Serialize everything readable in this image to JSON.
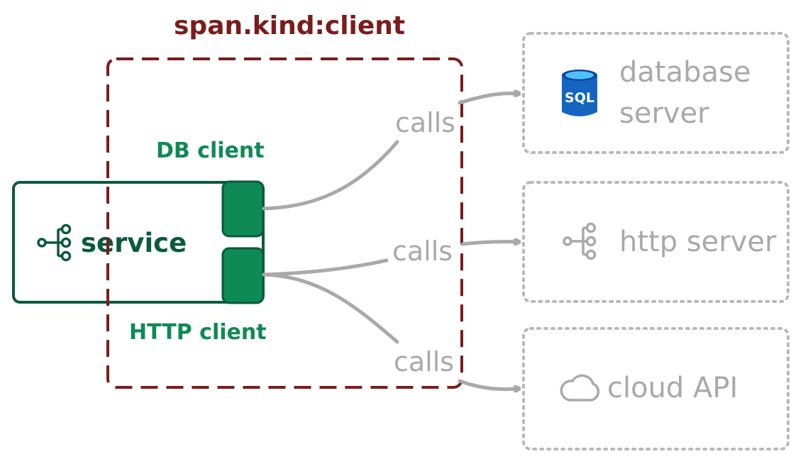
{
  "title": "span.kind:client",
  "service": {
    "label": "service",
    "icon": "service-node-icon"
  },
  "clients": {
    "db": "DB client",
    "http": "HTTP client"
  },
  "edges": [
    {
      "label": "calls",
      "target": "database-server"
    },
    {
      "label": "calls",
      "target": "http-server"
    },
    {
      "label": "calls",
      "target": "cloud-api"
    }
  ],
  "targets": {
    "database": {
      "line1": "database",
      "line2": "server",
      "icon": "sql-database-icon",
      "badge": "SQL"
    },
    "http": {
      "label": "http server",
      "icon": "service-node-icon"
    },
    "cloud": {
      "label": "cloud API",
      "icon": "cloud-icon"
    }
  },
  "colors": {
    "span_boundary": "#7a1c1c",
    "service_green": "#0b7a4a",
    "client_fill": "#0d8a55",
    "muted_gray": "#a9a9a9"
  }
}
